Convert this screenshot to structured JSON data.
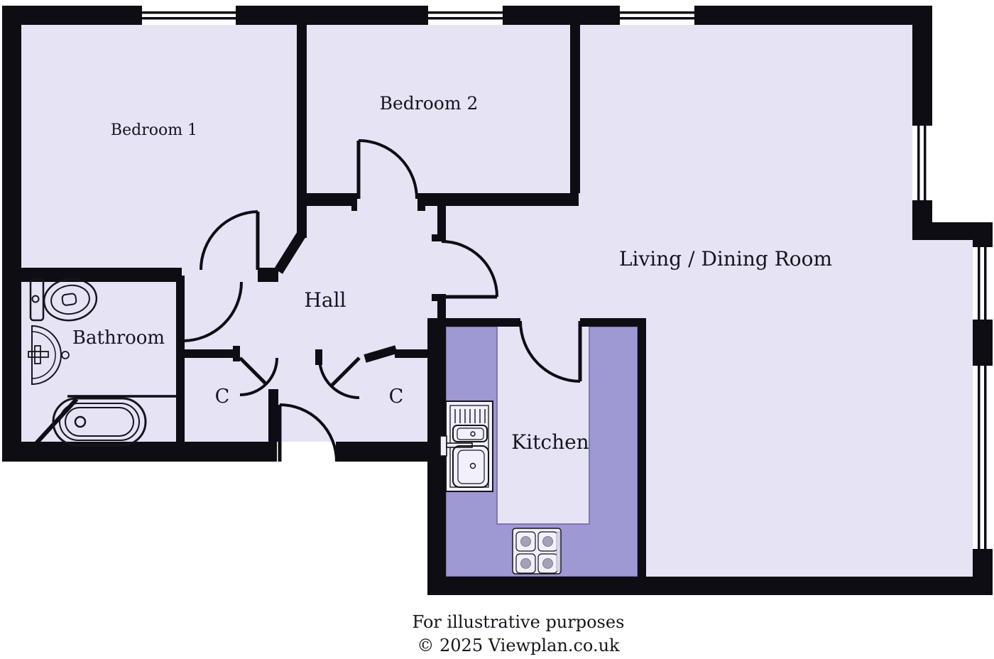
{
  "palette": {
    "floor": "#e6e3f5",
    "counter": "#9e98d3",
    "counter_border": "#7d76b8",
    "wall": "#0d0d13",
    "text": "#15151d",
    "fixture_fill": "#f2f1fb",
    "burner": "#a5a2b8",
    "page_bg": "#ffffff"
  },
  "rooms": {
    "bedroom1": {
      "label": "Bedroom 1"
    },
    "bedroom2": {
      "label": "Bedroom 2"
    },
    "living": {
      "label": "Living / Dining Room"
    },
    "hall": {
      "label": "Hall"
    },
    "bathroom": {
      "label": "Bathroom"
    },
    "closet1": {
      "label": "C"
    },
    "closet2": {
      "label": "C"
    },
    "kitchen": {
      "label": "Kitchen"
    }
  },
  "fixtures": {
    "toilet": "toilet",
    "basin": "wash-basin",
    "bathtub": "bathtub",
    "kitchen_sink": "double-bowl-sink-with-drainer",
    "stove": "four-burner-hob"
  },
  "footer": {
    "line1": "For illustrative purposes",
    "line2": "© 2025 Viewplan.co.uk"
  }
}
